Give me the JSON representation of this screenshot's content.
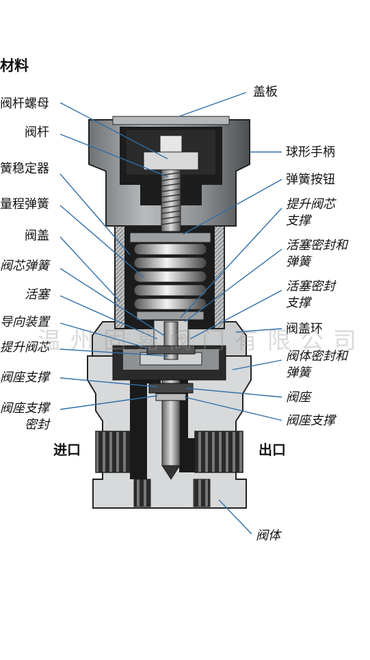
{
  "title": "材料",
  "watermark": "温州固嘉阀门有限公司",
  "labels_left": {
    "stem_nut": "阀杆螺母",
    "stem": "阀杆",
    "spring_stabilizer": "簧稳定器",
    "range_spring": "量程弹簧",
    "bonnet": "阀盖",
    "poppet_spring": "阀芯弹簧",
    "piston": "活塞",
    "guide": "导向装置",
    "poppet": "提升阀芯",
    "seat_retainer": "阀座支撑",
    "seat_retainer_seal_1": "阀座支撑",
    "seat_retainer_seal_2": "密封"
  },
  "labels_right": {
    "cover_plate": "盖板",
    "knob": "球形手柄",
    "spring_button": "弹簧按钮",
    "poppet_support_1": "提升阀芯",
    "poppet_support_2": "支撑",
    "piston_seal_spring_1": "活塞密封和",
    "piston_seal_spring_2": "弹簧",
    "piston_seal_support_1": "活塞密封",
    "piston_seal_support_2": "支撑",
    "bonnet_ring": "阀盖环",
    "body_seal_spring_1": "阀体密封和",
    "body_seal_spring_2": "弹簧",
    "seat": "阀座",
    "seat_retainer": "阀座支撑",
    "body": "阀体"
  },
  "ports": {
    "inlet": "进口",
    "outlet": "出口"
  },
  "colors": {
    "leader": "#2f6ea8",
    "metal_light": "#d5d7d8",
    "metal_mid": "#9a9d9f",
    "dark": "#222222"
  }
}
